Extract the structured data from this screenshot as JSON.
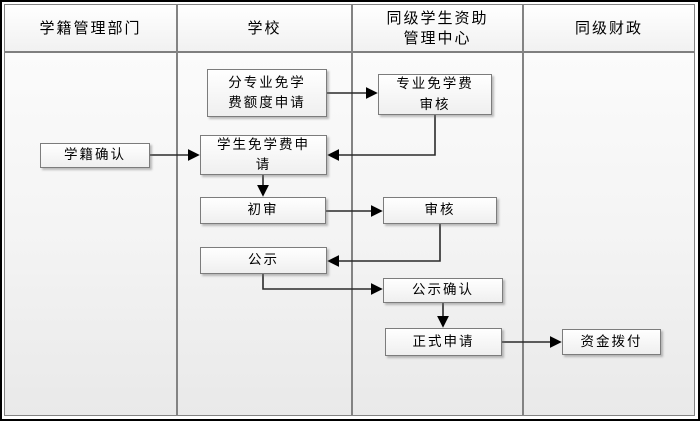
{
  "diagram": {
    "type": "swimlane-flowchart",
    "lanes": [
      {
        "id": "registry-dept",
        "title": "学籍管理部门"
      },
      {
        "id": "school",
        "title": "学校"
      },
      {
        "id": "student-aid-center",
        "title": "同级学生资助\n管理中心"
      },
      {
        "id": "finance",
        "title": "同级财政"
      }
    ],
    "nodes": [
      {
        "id": "enrollment-confirm",
        "label": "学籍确认",
        "lane": "学籍管理部门"
      },
      {
        "id": "major-quota-app",
        "label": "分专业免学\n费额度申请",
        "lane": "学校"
      },
      {
        "id": "major-review",
        "label": "专业免学费\n审核",
        "lane": "同级学生资助管理中心"
      },
      {
        "id": "student-app",
        "label": "学生免学费申\n请",
        "lane": "学校"
      },
      {
        "id": "preliminary-review",
        "label": "初审",
        "lane": "学校"
      },
      {
        "id": "review",
        "label": "审核",
        "lane": "同级学生资助管理中心"
      },
      {
        "id": "public-notice",
        "label": "公示",
        "lane": "学校"
      },
      {
        "id": "notice-confirm",
        "label": "公示确认",
        "lane": "同级学生资助管理中心"
      },
      {
        "id": "formal-app",
        "label": "正式申请",
        "lane": "同级学生资助管理中心"
      },
      {
        "id": "fund-allocation",
        "label": "资金拨付",
        "lane": "同级财政"
      }
    ],
    "edges": [
      {
        "from": "分专业免学费额度申请",
        "to": "专业免学费审核"
      },
      {
        "from": "专业免学费审核",
        "to": "学生免学费申请"
      },
      {
        "from": "学籍确认",
        "to": "学生免学费申请"
      },
      {
        "from": "学生免学费申请",
        "to": "初审"
      },
      {
        "from": "初审",
        "to": "审核"
      },
      {
        "from": "审核",
        "to": "公示"
      },
      {
        "from": "公示",
        "to": "公示确认"
      },
      {
        "from": "公示确认",
        "to": "正式申请"
      },
      {
        "from": "正式申请",
        "to": "资金拨付"
      }
    ],
    "colors": {
      "outer_border": "#000000",
      "lane_border": "#808080",
      "node_border": "#7c7c7c",
      "connector": "#2b2b2b",
      "arrowhead": "#000000",
      "node_fill_top": "#ffffff",
      "node_fill_bottom": "#efefef",
      "lane_fill_top": "#fdfdfd",
      "lane_fill_bottom": "#e9e9e9",
      "text": "#000000"
    }
  }
}
